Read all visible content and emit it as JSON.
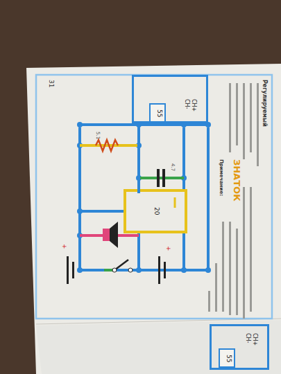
{
  "diagram": {
    "nodes": [
      {
        "text": [
          "CH+",
          "CH-"
        ]
      },
      {
        "text": [
          "55"
        ],
        "in": 0
      },
      {
        "text": [
          "20"
        ]
      },
      {
        "text": [
          "CH+",
          "CH-"
        ]
      },
      {
        "text": [
          "55"
        ],
        "in": 3
      }
    ],
    "edges": [
      {
        "from": 0,
        "to": 2,
        "arrow": "none"
      }
    ],
    "labels": [
      "31",
      "ЗНАТОК",
      "5.1",
      "4.7",
      "+",
      "+",
      "Регулируемый",
      "Примечание:"
    ]
  }
}
